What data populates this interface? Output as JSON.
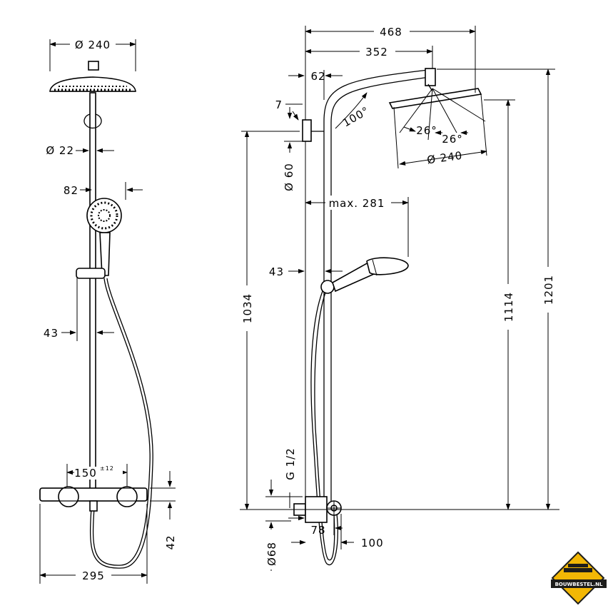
{
  "front_view": {
    "dims": {
      "head_diameter": "Ø 240",
      "rail_diameter": "Ø 22",
      "handshower_offset": "82",
      "holder_offset": "43",
      "mixer_spacing": "150",
      "mixer_spacing_tolerance": "±12",
      "mixer_height": "42",
      "mixer_width": "295"
    }
  },
  "side_view": {
    "dims": {
      "arm_length": "468",
      "arm_reach": "352",
      "wall_offset": "62",
      "bracket_offset": "7",
      "bracket_diameter": "Ø 60",
      "arm_angle": "100°",
      "spray_angle_left": "26°",
      "spray_angle_right": "26°",
      "head_diameter": "Ø 240",
      "handshower_reach": "max. 281",
      "slider_offset": "43",
      "bracket_height": "1034",
      "head_height": "1114",
      "total_height": "1201",
      "inlet_thread": "G 1/2",
      "inlet_depth": "78",
      "inlet_width": "100",
      "inlet_diameter": "Ø68"
    }
  },
  "watermark": {
    "text": "BOUWBESTEL.NL",
    "colors": {
      "badge": "#f2b705",
      "bar": "#1d1d1b"
    }
  }
}
